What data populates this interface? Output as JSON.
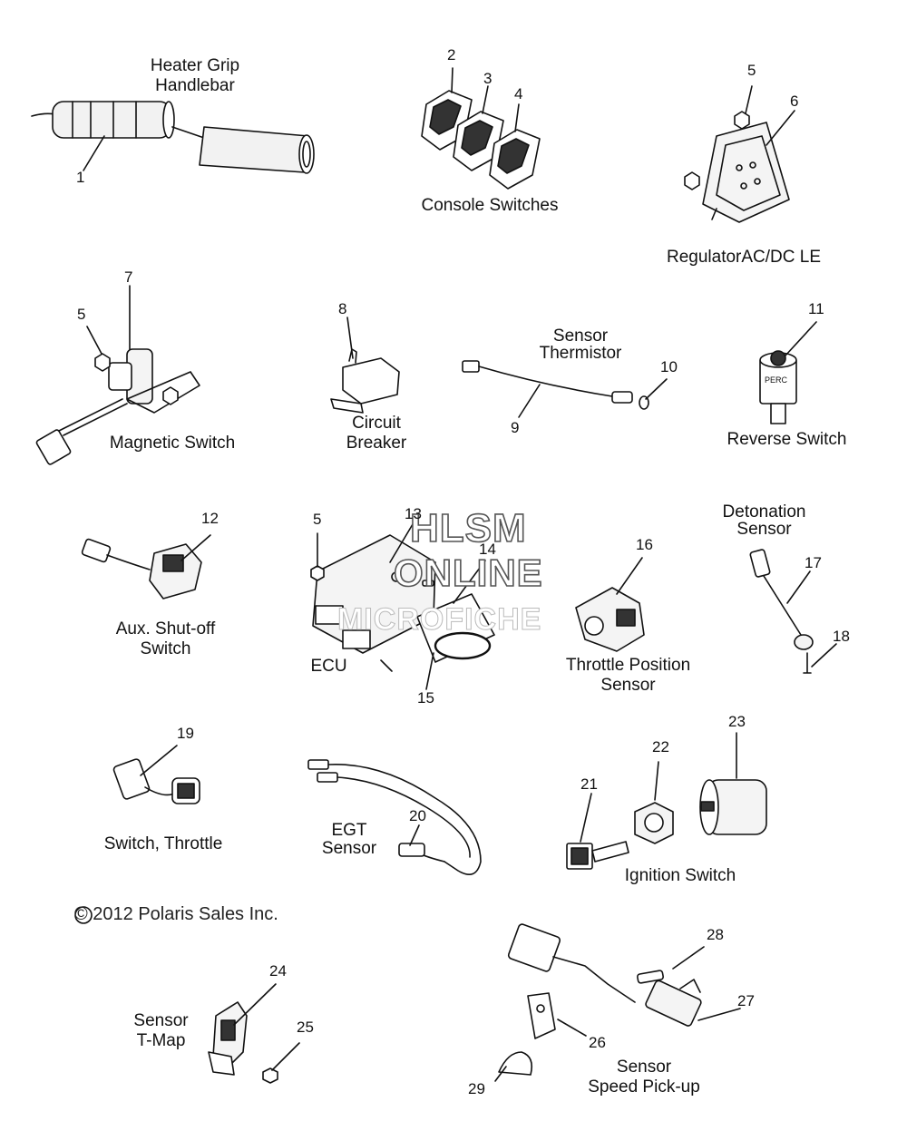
{
  "labels": {
    "heater_grip_1": "Heater Grip",
    "heater_grip_2": "Handlebar",
    "console_switches": "Console Switches",
    "regulator": "RegulatorAC/DC LE",
    "magnetic_switch": "Magnetic Switch",
    "circuit_breaker_1": "Circuit",
    "circuit_breaker_2": "Breaker",
    "sensor_thermistor_1": "Sensor",
    "sensor_thermistor_2": "Thermistor",
    "reverse_switch": "Reverse Switch",
    "detonation_sensor_1": "Detonation",
    "detonation_sensor_2": "Sensor",
    "aux_shutoff_1": "Aux. Shut-off",
    "aux_shutoff_2": "Switch",
    "ecu": "ECU",
    "throttle_position_1": "Throttle Position",
    "throttle_position_2": "Sensor",
    "switch_throttle": "Switch, Throttle",
    "egt_sensor_1": "EGT",
    "egt_sensor_2": "Sensor",
    "ignition_switch": "Ignition Switch",
    "sensor_tmap_1": "Sensor",
    "sensor_tmap_2": "T-Map",
    "speed_pickup_1": "Sensor",
    "speed_pickup_2": "Speed Pick-up"
  },
  "part_numbers": {
    "p1": "1",
    "p2": "2",
    "p3": "3",
    "p4": "4",
    "p5a": "5",
    "p6": "6",
    "p5b": "5",
    "p7": "7",
    "p8": "8",
    "p9": "9",
    "p10": "10",
    "p11": "11",
    "p5c": "5",
    "p12": "12",
    "p13": "13",
    "p14": "14",
    "p15": "15",
    "p16": "16",
    "p17": "17",
    "p18": "18",
    "p19": "19",
    "p20": "20",
    "p21": "21",
    "p22": "22",
    "p23": "23",
    "p24": "24",
    "p25": "25",
    "p26": "26",
    "p27": "27",
    "p28": "28",
    "p29": "29"
  },
  "watermark": {
    "line1": "HLSM",
    "line2": "ONLINE",
    "line3": "MICROFICHE"
  },
  "copyright": "© 2012 Polaris Sales Inc.",
  "icons": {
    "perc_label": "PERC"
  }
}
